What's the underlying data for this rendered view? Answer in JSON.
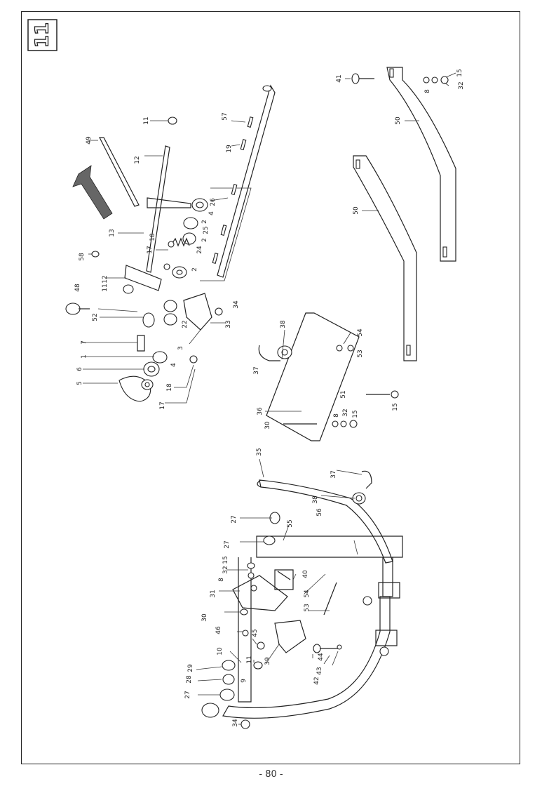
{
  "diagram": {
    "section_number": "11",
    "page_number_text": "- 80 -",
    "labels": {
      "l1": "1",
      "l2": "2",
      "l3": "3",
      "l4": "4",
      "l5": "5",
      "l6": "6",
      "l7": "7",
      "l8": "8",
      "l9": "9",
      "l10": "10",
      "l11": "11",
      "l12": "12",
      "l13": "13",
      "l15": "15",
      "l17": "17",
      "l18": "18",
      "l19": "19",
      "l22": "22",
      "l24": "24",
      "l25": "25",
      "l26": "26",
      "l27": "27",
      "l28": "28",
      "l29": "29",
      "l30": "30",
      "l31": "31",
      "l32": "32",
      "l33": "33",
      "l34": "34",
      "l35": "35",
      "l36": "36",
      "l37": "37",
      "l38": "38",
      "l39": "39",
      "l40": "40",
      "l41": "41",
      "l42": "42",
      "l43": "43",
      "l44": "44",
      "l45": "45",
      "l46": "46",
      "l48": "48",
      "l49": "49",
      "l50": "50",
      "l51": "51",
      "l52": "52",
      "l53": "53",
      "l54": "54",
      "l55": "55",
      "l56": "56",
      "l57": "57",
      "l58": "58"
    }
  }
}
